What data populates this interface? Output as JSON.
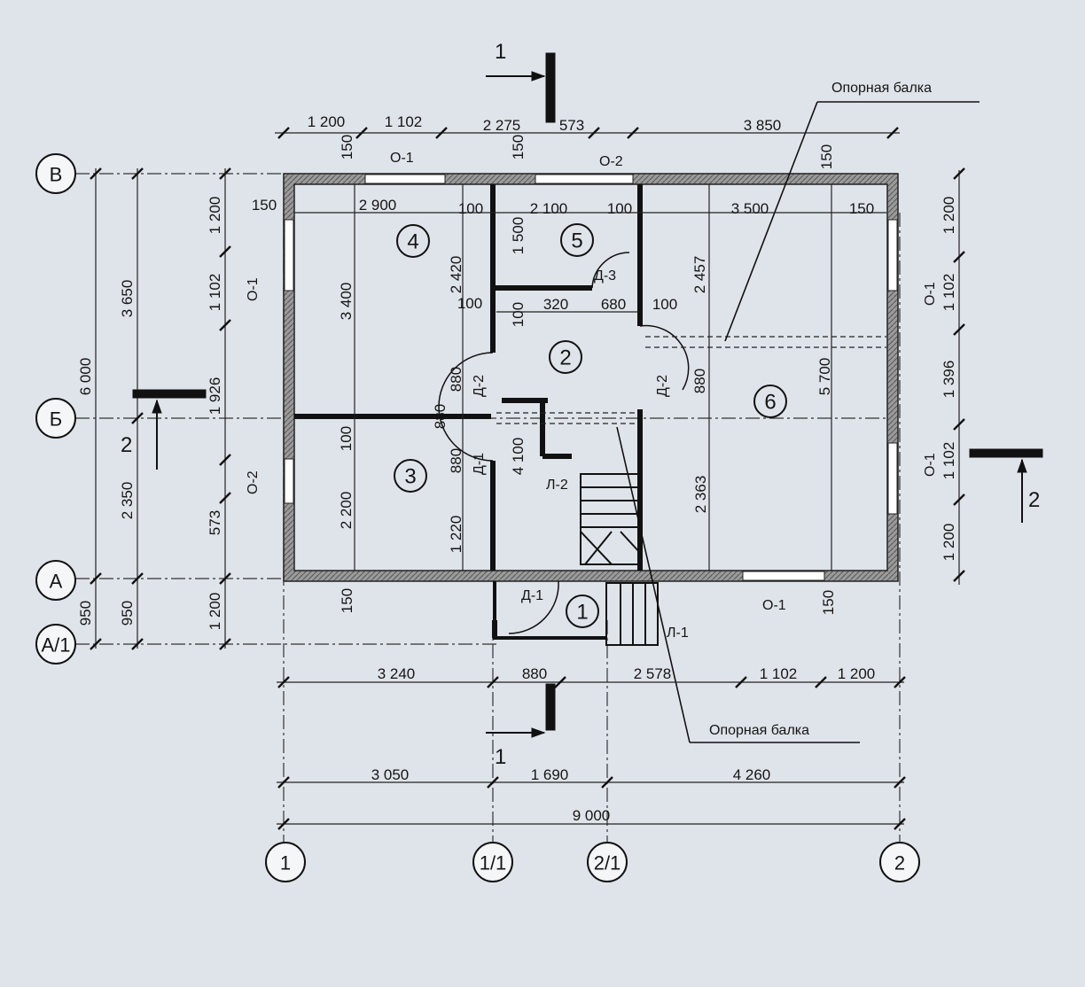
{
  "axes": {
    "vertical": [
      "1",
      "1/1",
      "2/1",
      "2"
    ],
    "horizontal": [
      "В",
      "Б",
      "А",
      "А/1"
    ]
  },
  "rooms": [
    "4",
    "5",
    "2",
    "6",
    "3",
    "1"
  ],
  "section_marks": {
    "cut1": "1",
    "cut2": "2"
  },
  "callouts": {
    "beam_top": "Опорная балка",
    "beam_bottom": "Опорная балка"
  },
  "elements": {
    "o1_top": "О-1",
    "o2_top": "О-2",
    "o1_bottom": "О-1",
    "o1_left": "О-1",
    "o2_left": "О-2",
    "o1_right_top": "О-1",
    "o1_right_bottom": "О-1",
    "d1_bottom": "Д-1",
    "d1_mid": "Д-1",
    "d2_left": "Д-2",
    "d2_right": "Д-2",
    "d3": "Д-3",
    "l1": "Л-1",
    "l2": "Л-2"
  },
  "dims": {
    "top": [
      "1 200",
      "1 102",
      "2 275",
      "573",
      "3 850"
    ],
    "bottom1": [
      "3 240",
      "880",
      "2 578",
      "1 102",
      "1 200"
    ],
    "bottom2": [
      "3 050",
      "1 690",
      "4 260"
    ],
    "bottom_total": "9 000",
    "left_outer": "6 000",
    "left_mid": [
      "3 650",
      "2 350",
      "950"
    ],
    "left_inner": [
      "1 200",
      "1 102",
      "1 926",
      "573",
      "1 200"
    ],
    "left_a1": "950",
    "right": [
      "1 200",
      "1 102",
      "1 396",
      "1 102",
      "1 200"
    ],
    "interior": {
      "w150_tl": "150",
      "w2900": "2 900",
      "w100_a": "100",
      "w2100": "2 100",
      "w100_b": "100",
      "w3500": "3 500",
      "w150_tr": "150",
      "v150_o1": "150",
      "v150_o2": "150",
      "v150_r": "150",
      "v150_bl": "150",
      "v150_br": "150",
      "h3400": "3 400",
      "h2420": "2 420",
      "h1500": "1 500",
      "h2457": "2 457",
      "h5700": "5 700",
      "h4100": "4 100",
      "h2200": "2 200",
      "h2363": "2 363",
      "h1220": "1 220",
      "w100_c": "100",
      "w100_d": "100",
      "w320": "320",
      "w680": "680",
      "w100_e": "100",
      "v100_wall": "100",
      "v880_a": "880",
      "v880_b": "880",
      "v880_c": "880",
      "v880_d": "880"
    }
  }
}
